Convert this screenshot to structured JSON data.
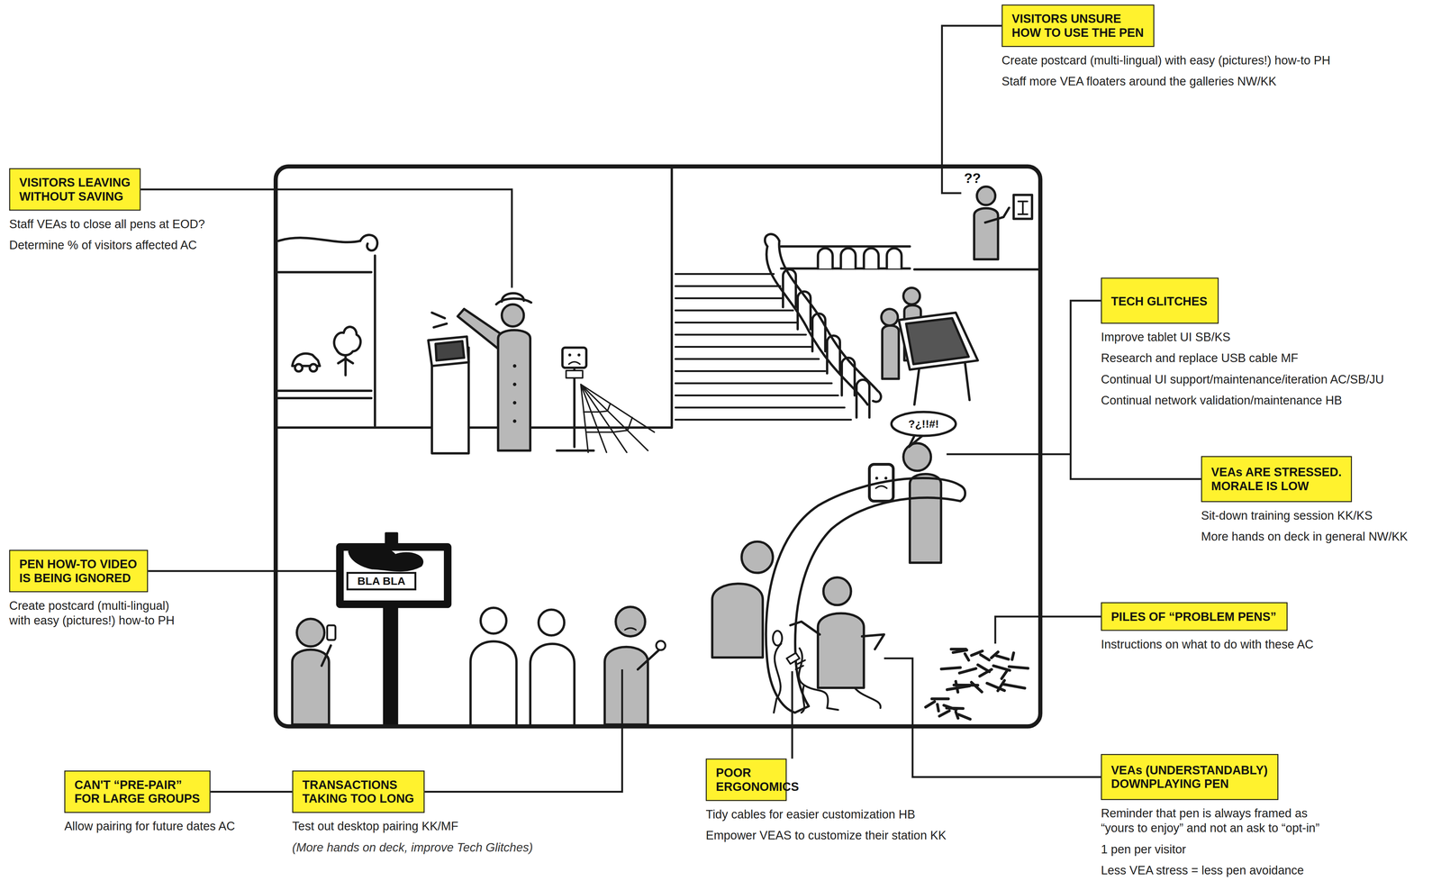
{
  "diagram": {
    "nodes": [
      {
        "text": [
          "VISITORS LEAVING WITHOUT SAVING",
          "Staff VEAs to close all pens at EOD?",
          "Determine % of visitors affected AC"
        ]
      },
      {
        "text": [
          "VISITORS UNSURE HOW TO USE THE PEN",
          "Create postcard (multi-lingual) with easy (pictures!) how-to PH",
          "Staff more VEA floaters around the galleries NW/KK"
        ]
      },
      {
        "text": [
          "TECH GLITCHES",
          "Improve tablet UI SB/KS",
          "Research and replace USB cable MF",
          "Continual UI support/maintenance/iteration AC/SB/JU",
          "Continual network validation/maintenance HB"
        ]
      },
      {
        "text": [
          "VEAs ARE STRESSED. MORALE IS LOW",
          "Sit-down training session KK/KS",
          "More hands on deck in general NW/KK"
        ]
      },
      {
        "text": [
          "PEN HOW-TO VIDEO IS BEING IGNORED",
          "Create postcard (multi-lingual) with easy (pictures!) how-to PH"
        ]
      },
      {
        "text": [
          "PILES OF “PROBLEM PENS”",
          "Instructions on what to do with these AC"
        ]
      },
      {
        "text": [
          "CAN'T “PRE-PAIR” FOR LARGE GROUPS",
          "Allow pairing for future dates AC"
        ]
      },
      {
        "text": [
          "TRANSACTIONS TAKING TOO LONG",
          "Test out desktop pairing KK/MF",
          "(More hands on deck, improve Tech Glitches)"
        ]
      },
      {
        "text": [
          "POOR ERGONOMICS",
          "Tidy cables for easier customization HB",
          "Empower VEAS to customize their station KK"
        ]
      },
      {
        "text": [
          "VEAs (UNDERSTANDABLY) DOWNPLAYING PEN",
          "Reminder that pen is always framed as “yours to enjoy” and not an ask to “opt-in”",
          "1 pen per visitor",
          "Less VEA stress = less pen avoidance"
        ]
      }
    ],
    "edges": [
      {
        "from": 6,
        "to": 7,
        "arrow": "none"
      },
      {
        "from": 2,
        "to": 3,
        "arrow": "none"
      }
    ],
    "labels": [
      "??",
      "BLA BLA",
      "?¿!!#!"
    ]
  }
}
